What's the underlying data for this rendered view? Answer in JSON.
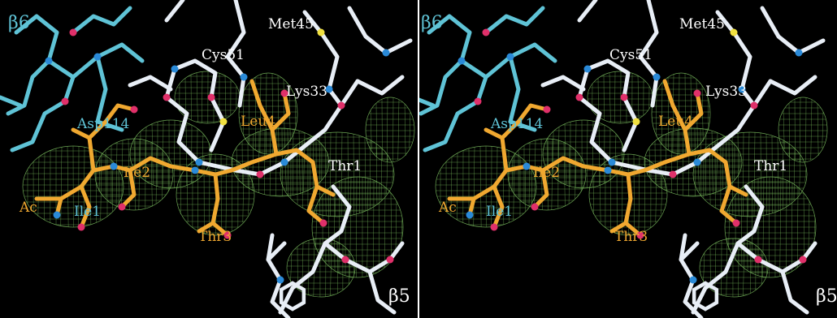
{
  "figure": {
    "panels": [
      "left",
      "right"
    ],
    "stereo_pair": true,
    "background": "#000000"
  },
  "labels": {
    "beta6": "β6",
    "met45": "Met45",
    "cys51": "Cys51",
    "lys33": "Lys33",
    "asp114": "Asp114",
    "leu4": "Leu4",
    "ile2": "Ile2",
    "thr1": "Thr1",
    "ac": "Ac",
    "ile1": "Ile1",
    "thr3": "Thr3",
    "beta5": "β5"
  },
  "colors": {
    "subunit_beta6": "#5fc3d6",
    "ligand": "#f0a830",
    "protein": "#e8eef6",
    "nitrogen": "#2a8ad8",
    "oxygen": "#e0306a",
    "sulfur": "#f0e040",
    "density_mesh": "#7cc060",
    "label_white": "#ffffff"
  }
}
